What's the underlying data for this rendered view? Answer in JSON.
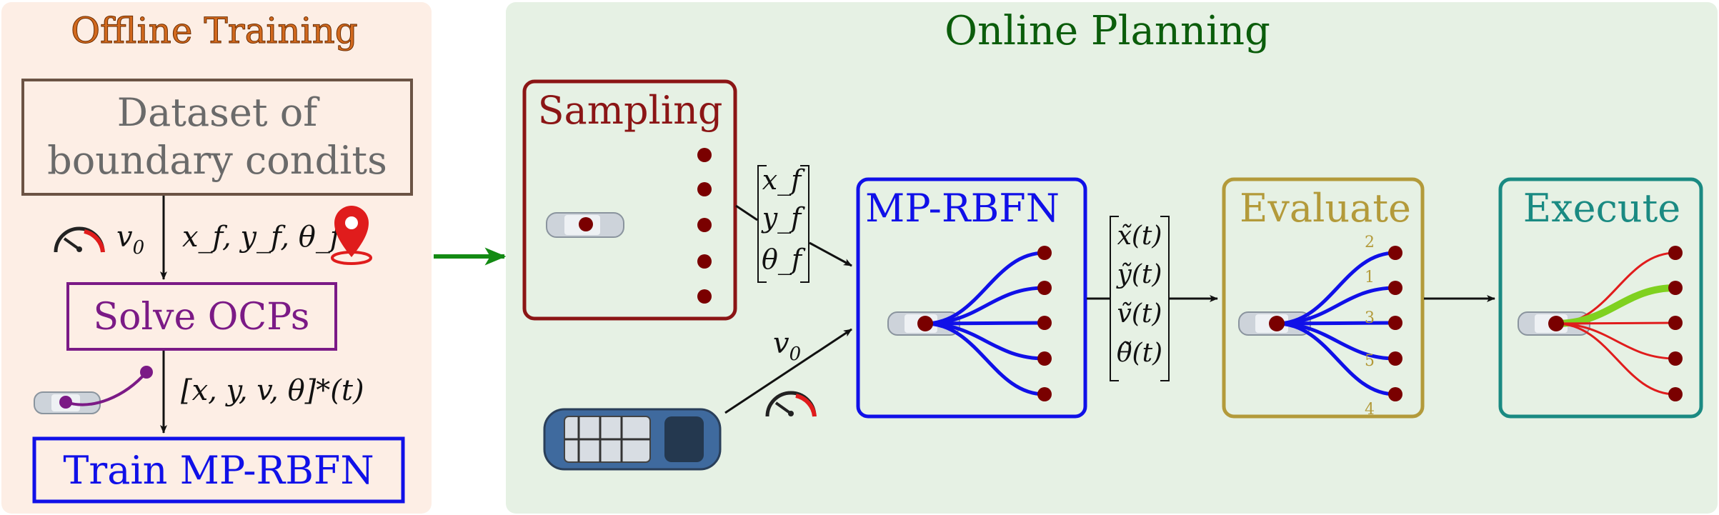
{
  "offline": {
    "title": "Offline Training",
    "dataset_line1": "Dataset of",
    "dataset_line2": "boundary condits",
    "label_v0_base": "v",
    "label_v0_sub": "0",
    "label_goal": "x_f, y_f, θ_f",
    "solve": "Solve OCPs",
    "label_traj": "[x, y, v, θ]*(t)",
    "train": "Train MP-RBFN"
  },
  "online": {
    "title": "Online Planning",
    "sampling": "Sampling",
    "vec_goal": [
      "x_f",
      "y_f",
      "θ_f"
    ],
    "label_v0_base": "v",
    "label_v0_sub": "0",
    "mprbfn": "MP-RBFN",
    "vec_out": [
      "x̃(t)",
      "ỹ(t)",
      "ṽ(t)",
      "θ̃(t)"
    ],
    "evaluate": "Evaluate",
    "ranks": [
      "2",
      "1",
      "3",
      "5",
      "4"
    ],
    "execute": "Execute"
  },
  "colors": {
    "offline_bg": "#fdeee5",
    "online_bg": "#e6f1e4",
    "offline_title": "#d2691e",
    "online_title": "#0b5d0b",
    "dataset_border": "#6b5344",
    "solve": "#7b1a86",
    "train": "#1010e8",
    "sampling": "#8b1515",
    "mprbfn": "#1010e8",
    "evaluate": "#b39a3a",
    "execute": "#1a8a82",
    "dot": "#7a0000",
    "arrow_green": "#138a13",
    "best_traj": "#7fd11f",
    "alt_traj": "#e01c1c"
  }
}
